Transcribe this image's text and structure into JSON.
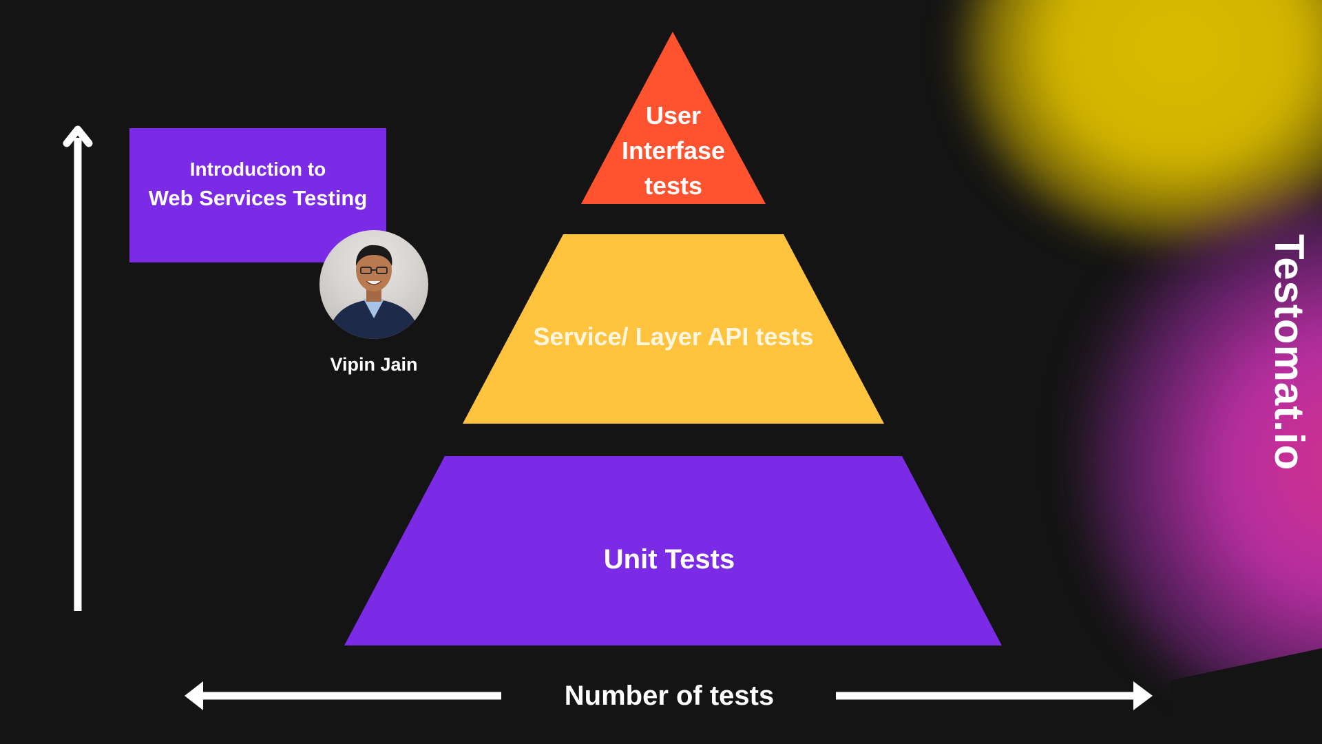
{
  "slide": {
    "background_color": "#141414",
    "accent_purple": "#7b2ae5",
    "accent_orange": "#ff522e",
    "accent_yellow": "#ffc33d"
  },
  "title_card": {
    "line1": "Introduction to",
    "line2": "Web Services Testing"
  },
  "speaker": {
    "name": "Vipin Jain",
    "photo": "speaker-portrait"
  },
  "pyramid": {
    "levels": [
      {
        "label": "User Interfase tests",
        "color": "#ff522e"
      },
      {
        "label": "Service/ Layer API tests",
        "color": "#ffc33d"
      },
      {
        "label": "Unit Tests",
        "color": "#7b2ae5"
      }
    ]
  },
  "axes": {
    "horizontal_label": "Number of tests",
    "vertical_arrow": "arrow-up-icon",
    "horizontal_arrow": "double-arrow-horizontal-icon"
  },
  "brand": {
    "name": "Testomat.io"
  }
}
